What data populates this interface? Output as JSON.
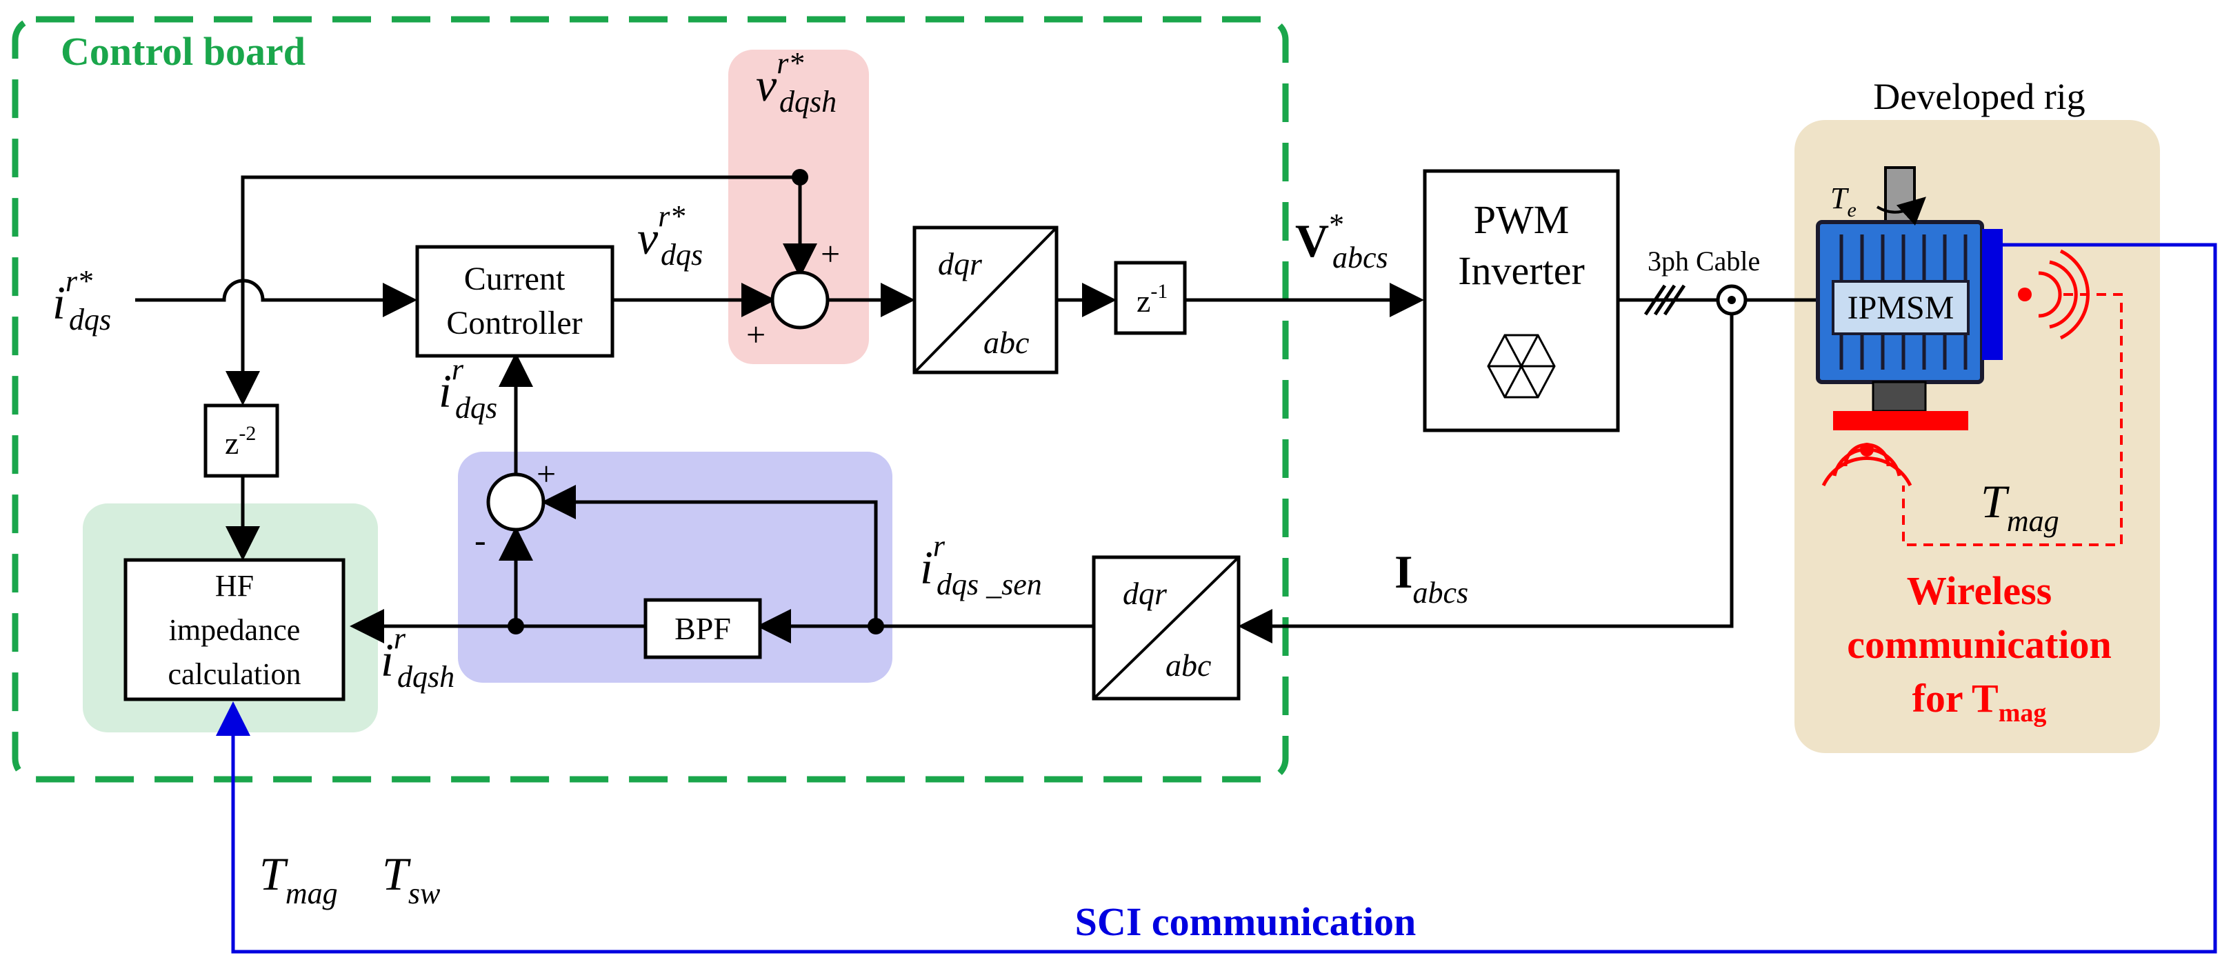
{
  "labels": {
    "control_board": "Control board",
    "developed_rig": "Developed rig",
    "current_controller_line1": "Current",
    "current_controller_line2": "Controller",
    "pwm_line1": "PWM",
    "pwm_line2": "Inverter",
    "three_ph_cable": "3ph Cable",
    "ipmsm": "IPMSM",
    "bpf": "BPF",
    "hf_line1": "HF",
    "hf_line2": "impedance",
    "hf_line3": "calculation",
    "z1_base": "z",
    "z1_exp": "-1",
    "z2_base": "z",
    "z2_exp": "-2",
    "dqr": "dqr",
    "abc": "abc",
    "plus": "+",
    "minus": "-",
    "wireless_line1": "Wireless",
    "wireless_line2": "communication",
    "wireless_line3_prefix": "for T",
    "wireless_line3_sub": "mag",
    "sci": "SCI communication"
  },
  "symbols": {
    "i_dqs_ref": {
      "base": "i",
      "sup": "r*",
      "sub": "dqs"
    },
    "v_dqs_ref": {
      "base": "v",
      "sup": "r*",
      "sub": "dqs"
    },
    "v_dqsh_ref": {
      "base": "v",
      "sup": "r*",
      "sub": "dqsh"
    },
    "i_dqs_fb": {
      "base": "i",
      "sup": "r",
      "sub": "dqs"
    },
    "i_dqsh": {
      "base": "i",
      "sup": "r",
      "sub": "dqsh"
    },
    "i_dqs_sen": {
      "base": "i",
      "sup": "r",
      "sub": "dqs _sen"
    },
    "V_abcs": {
      "base": "V",
      "sup": "*",
      "sub": "abcs"
    },
    "I_abcs": {
      "base": "I",
      "sub": "abcs"
    },
    "T_e": {
      "base": "T",
      "sub": "e"
    },
    "T_mag_rig": {
      "base": "T",
      "sub": "mag"
    },
    "T_mag_bottom": {
      "base": "T",
      "sub": "mag"
    },
    "T_sw": {
      "base": "T",
      "sub": "sw"
    }
  },
  "colors": {
    "control_board_border": "#1aa64b",
    "control_board_title": "#1aa64b",
    "hf_region": "#d6eedd",
    "feedback_region": "#c9c9f5",
    "injection_region": "#f8d3d3",
    "rig_region": "#efe3c8",
    "wireless": "#ff0000",
    "sci": "#0000e0",
    "motor_body": "#2b73d6",
    "motor_outline": "#1a1a2e"
  }
}
